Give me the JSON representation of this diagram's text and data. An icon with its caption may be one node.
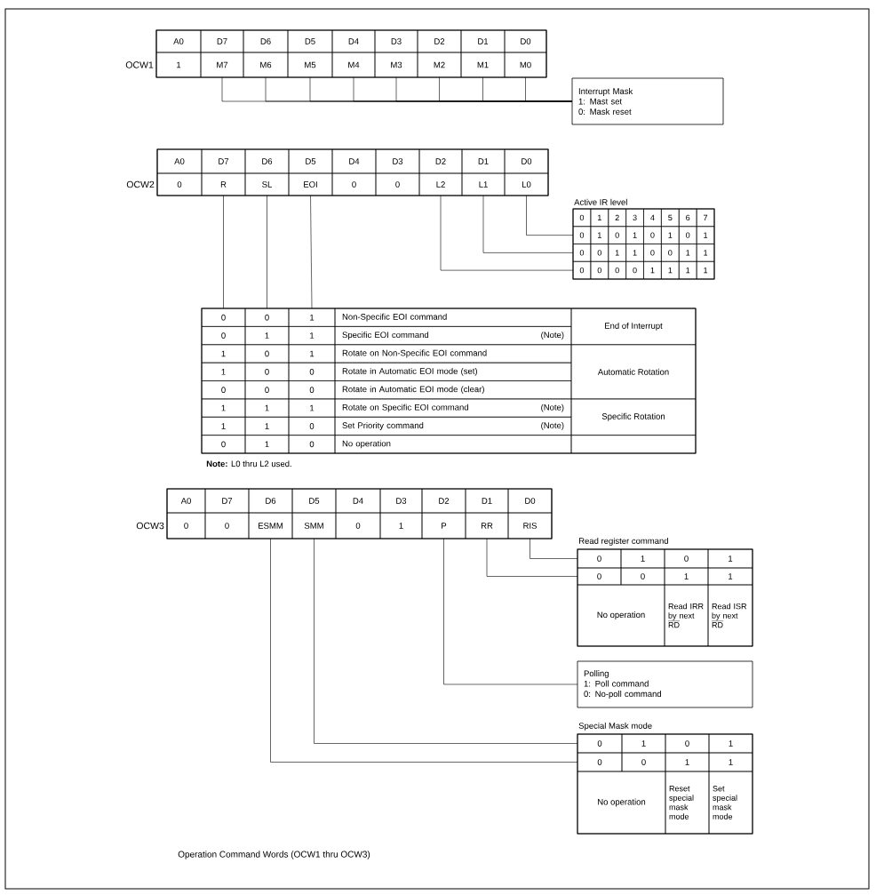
{
  "diagram": {
    "caption": "Operation Command Words (OCW1 thru OCW3)",
    "nodes": [
      {
        "text": [
          "OCW1"
        ]
      },
      {
        "text": [
          "A0"
        ],
        "in": 0
      },
      {
        "text": [
          "D7"
        ],
        "in": 0
      },
      {
        "text": [
          "D6"
        ],
        "in": 0
      },
      {
        "text": [
          "D5"
        ],
        "in": 0
      },
      {
        "text": [
          "D4"
        ],
        "in": 0
      },
      {
        "text": [
          "D3"
        ],
        "in": 0
      },
      {
        "text": [
          "D2"
        ],
        "in": 0
      },
      {
        "text": [
          "D1"
        ],
        "in": 0
      },
      {
        "text": [
          "D0"
        ],
        "in": 0
      },
      {
        "text": [
          "1"
        ],
        "in": 0
      },
      {
        "text": [
          "M7"
        ],
        "in": 0
      },
      {
        "text": [
          "M6"
        ],
        "in": 0
      },
      {
        "text": [
          "M5"
        ],
        "in": 0
      },
      {
        "text": [
          "M4"
        ],
        "in": 0
      },
      {
        "text": [
          "M3"
        ],
        "in": 0
      },
      {
        "text": [
          "M2"
        ],
        "in": 0
      },
      {
        "text": [
          "M1"
        ],
        "in": 0
      },
      {
        "text": [
          "M0"
        ],
        "in": 0
      },
      {
        "text": [
          "Interrupt Mask",
          "1: Mast set",
          "0: Mask reset"
        ]
      },
      {
        "text": [
          "OCW2"
        ]
      },
      {
        "text": [
          "A0"
        ],
        "in": 20
      },
      {
        "text": [
          "D7"
        ],
        "in": 20
      },
      {
        "text": [
          "D6"
        ],
        "in": 20
      },
      {
        "text": [
          "D5"
        ],
        "in": 20
      },
      {
        "text": [
          "D4"
        ],
        "in": 20
      },
      {
        "text": [
          "D3"
        ],
        "in": 20
      },
      {
        "text": [
          "D2"
        ],
        "in": 20
      },
      {
        "text": [
          "D1"
        ],
        "in": 20
      },
      {
        "text": [
          "D0"
        ],
        "in": 20
      },
      {
        "text": [
          "0"
        ],
        "in": 20
      },
      {
        "text": [
          "R"
        ],
        "in": 20
      },
      {
        "text": [
          "SL"
        ],
        "in": 20
      },
      {
        "text": [
          "EOI"
        ],
        "in": 20
      },
      {
        "text": [
          "0"
        ],
        "in": 20
      },
      {
        "text": [
          "0"
        ],
        "in": 20
      },
      {
        "text": [
          "L2"
        ],
        "in": 20
      },
      {
        "text": [
          "L1"
        ],
        "in": 20
      },
      {
        "text": [
          "L0"
        ],
        "in": 20
      },
      {
        "text": [
          "Active IR level"
        ]
      },
      {
        "text": [
          "0"
        ],
        "in": 39
      },
      {
        "text": [
          "1"
        ],
        "in": 39
      },
      {
        "text": [
          "2"
        ],
        "in": 39
      },
      {
        "text": [
          "3"
        ],
        "in": 39
      },
      {
        "text": [
          "4"
        ],
        "in": 39
      },
      {
        "text": [
          "5"
        ],
        "in": 39
      },
      {
        "text": [
          "6"
        ],
        "in": 39
      },
      {
        "text": [
          "7"
        ],
        "in": 39
      },
      {
        "text": [
          "0"
        ],
        "in": 39
      },
      {
        "text": [
          "1"
        ],
        "in": 39
      },
      {
        "text": [
          "0"
        ],
        "in": 39
      },
      {
        "text": [
          "1"
        ],
        "in": 39
      },
      {
        "text": [
          "0"
        ],
        "in": 39
      },
      {
        "text": [
          "1"
        ],
        "in": 39
      },
      {
        "text": [
          "0"
        ],
        "in": 39
      },
      {
        "text": [
          "1"
        ],
        "in": 39
      },
      {
        "text": [
          "0"
        ],
        "in": 39
      },
      {
        "text": [
          "0"
        ],
        "in": 39
      },
      {
        "text": [
          "1"
        ],
        "in": 39
      },
      {
        "text": [
          "1"
        ],
        "in": 39
      },
      {
        "text": [
          "0"
        ],
        "in": 39
      },
      {
        "text": [
          "0"
        ],
        "in": 39
      },
      {
        "text": [
          "1"
        ],
        "in": 39
      },
      {
        "text": [
          "1"
        ],
        "in": 39
      },
      {
        "text": [
          "0"
        ],
        "in": 39
      },
      {
        "text": [
          "0"
        ],
        "in": 39
      },
      {
        "text": [
          "0"
        ],
        "in": 39
      },
      {
        "text": [
          "0"
        ],
        "in": 39
      },
      {
        "text": [
          "1"
        ],
        "in": 39
      },
      {
        "text": [
          "1"
        ],
        "in": 39
      },
      {
        "text": [
          "1"
        ],
        "in": 39
      },
      {
        "text": [
          "1"
        ],
        "in": 39
      },
      {
        "text": [],
        "shape": "box",
        "beside": [
          "**Note:** L0 thru L2 used."
        ]
      },
      {
        "text": [
          "0"
        ],
        "in": 72
      },
      {
        "text": [
          "0"
        ],
        "in": 72
      },
      {
        "text": [
          "1"
        ],
        "in": 72
      },
      {
        "text": [
          "Non-Specific EOI command"
        ],
        "in": 72
      },
      {
        "text": [
          "End of Interrupt"
        ],
        "in": 72
      },
      {
        "text": [
          "0"
        ],
        "in": 72
      },
      {
        "text": [
          "1"
        ],
        "in": 72
      },
      {
        "text": [
          "1"
        ],
        "in": 72
      },
      {
        "text": [
          "Specific EOI command",
          "(Note)"
        ],
        "in": 72
      },
      {
        "text": [
          "1"
        ],
        "in": 72
      },
      {
        "text": [
          "0"
        ],
        "in": 72
      },
      {
        "text": [
          "1"
        ],
        "in": 72
      },
      {
        "text": [
          "Rotate on Non-Specific EOI command"
        ],
        "in": 72
      },
      {
        "text": [
          "Automatic Rotation"
        ],
        "in": 72
      },
      {
        "text": [
          "1"
        ],
        "in": 72
      },
      {
        "text": [
          "0"
        ],
        "in": 72
      },
      {
        "text": [
          "0"
        ],
        "in": 72
      },
      {
        "text": [
          "Rotate in Automatic EOI mode (set)"
        ],
        "in": 72
      },
      {
        "text": [
          "0"
        ],
        "in": 72
      },
      {
        "text": [
          "0"
        ],
        "in": 72
      },
      {
        "text": [
          "0"
        ],
        "in": 72
      },
      {
        "text": [
          "Rotate in Automatic EOI mode (clear)"
        ],
        "in": 72
      },
      {
        "text": [
          "1"
        ],
        "in": 72
      },
      {
        "text": [
          "1"
        ],
        "in": 72
      },
      {
        "text": [
          "1"
        ],
        "in": 72
      },
      {
        "text": [
          "Rotate on Specific EOI command",
          "(Note)"
        ],
        "in": 72
      },
      {
        "text": [
          "Specific Rotation"
        ],
        "in": 72
      },
      {
        "text": [
          "1"
        ],
        "in": 72
      },
      {
        "text": [
          "1"
        ],
        "in": 72
      },
      {
        "text": [
          "0"
        ],
        "in": 72
      },
      {
        "text": [
          "Set Priority command",
          "(Note)"
        ],
        "in": 72
      },
      {
        "text": [
          "0"
        ],
        "in": 72
      },
      {
        "text": [
          "1"
        ],
        "in": 72
      },
      {
        "text": [
          "0"
        ],
        "in": 72
      },
      {
        "text": [
          "No operation"
        ],
        "in": 72
      },
      {
        "text": [],
        "shape": "box",
        "in": 72
      },
      {
        "text": [
          "OCW3"
        ]
      },
      {
        "text": [
          "A0"
        ],
        "in": 109
      },
      {
        "text": [
          "D7"
        ],
        "in": 109
      },
      {
        "text": [
          "D6"
        ],
        "in": 109
      },
      {
        "text": [
          "D5"
        ],
        "in": 109
      },
      {
        "text": [
          "D4"
        ],
        "in": 109
      },
      {
        "text": [
          "D3"
        ],
        "in": 109
      },
      {
        "text": [
          "D2"
        ],
        "in": 109
      },
      {
        "text": [
          "D1"
        ],
        "in": 109
      },
      {
        "text": [
          "D0"
        ],
        "in": 109
      },
      {
        "text": [
          "0"
        ],
        "in": 109
      },
      {
        "text": [
          "0"
        ],
        "in": 109
      },
      {
        "text": [
          "ESMM"
        ],
        "in": 109
      },
      {
        "text": [
          "SMM"
        ],
        "in": 109
      },
      {
        "text": [
          "0"
        ],
        "in": 109
      },
      {
        "text": [
          "1"
        ],
        "in": 109
      },
      {
        "text": [
          "P"
        ],
        "in": 109
      },
      {
        "text": [
          "RR"
        ],
        "in": 109
      },
      {
        "text": [
          "RIS"
        ],
        "in": 109
      },
      {
        "text": [
          "Read register command"
        ]
      },
      {
        "text": [
          "0"
        ],
        "in": 128
      },
      {
        "text": [
          "1"
        ],
        "in": 128
      },
      {
        "text": [
          "0"
        ],
        "in": 128
      },
      {
        "text": [
          "1"
        ],
        "in": 128
      },
      {
        "text": [
          "0"
        ],
        "in": 128
      },
      {
        "text": [
          "0"
        ],
        "in": 128
      },
      {
        "text": [
          "1"
        ],
        "in": 128
      },
      {
        "text": [
          "1"
        ],
        "in": 128
      },
      {
        "text": [
          "No operation"
        ],
        "in": 128
      },
      {
        "text": [
          "Read IRR by next",
          "RD"
        ],
        "in": 128
      },
      {
        "text": [
          "Read ISR by next",
          "RD"
        ],
        "in": 128
      },
      {
        "text": [
          "Polling",
          "1: Poll command",
          "0: No-poll command"
        ]
      },
      {
        "text": [
          "Special Mask mode"
        ]
      },
      {
        "text": [
          "0"
        ],
        "in": 141
      },
      {
        "text": [
          "1"
        ],
        "in": 141
      },
      {
        "text": [
          "0"
        ],
        "in": 141
      },
      {
        "text": [
          "1"
        ],
        "in": 141
      },
      {
        "text": [
          "0"
        ],
        "in": 141
      },
      {
        "text": [
          "0"
        ],
        "in": 141
      },
      {
        "text": [
          "1"
        ],
        "in": 141
      },
      {
        "text": [
          "1"
        ],
        "in": 141
      },
      {
        "text": [
          "No operation"
        ],
        "in": 141
      },
      {
        "text": [
          "Reset special mask mode"
        ],
        "in": 141
      },
      {
        "text": [
          "Set special mask mode"
        ],
        "in": 141
      }
    ],
    "edges": [
      {
        "from": 11,
        "to": 19,
        "arrow": "none"
      },
      {
        "from": 12,
        "to": 19,
        "arrow": "none"
      },
      {
        "from": 13,
        "to": 19,
        "arrow": "none"
      },
      {
        "from": 14,
        "to": 19,
        "arrow": "none"
      },
      {
        "from": 15,
        "to": 19,
        "arrow": "none"
      },
      {
        "from": 16,
        "to": 19,
        "arrow": "none"
      },
      {
        "from": 17,
        "to": 19,
        "arrow": "none"
      },
      {
        "from": 18,
        "to": 19,
        "arrow": "none"
      },
      {
        "from": 38,
        "to": 48,
        "arrow": "none"
      },
      {
        "from": 37,
        "to": 56,
        "arrow": "none"
      },
      {
        "from": 36,
        "to": 64,
        "arrow": "none"
      },
      {
        "from": 31,
        "to": 73,
        "arrow": "none"
      },
      {
        "from": 32,
        "to": 74,
        "arrow": "none"
      },
      {
        "from": 33,
        "to": 75,
        "arrow": "none"
      },
      {
        "from": 127,
        "to": 129,
        "arrow": "none"
      },
      {
        "from": 126,
        "to": 133,
        "arrow": "none"
      },
      {
        "from": 125,
        "to": 140,
        "arrow": "none"
      },
      {
        "from": 122,
        "to": 142,
        "arrow": "none"
      },
      {
        "from": 121,
        "to": 146,
        "arrow": "none"
      }
    ]
  }
}
